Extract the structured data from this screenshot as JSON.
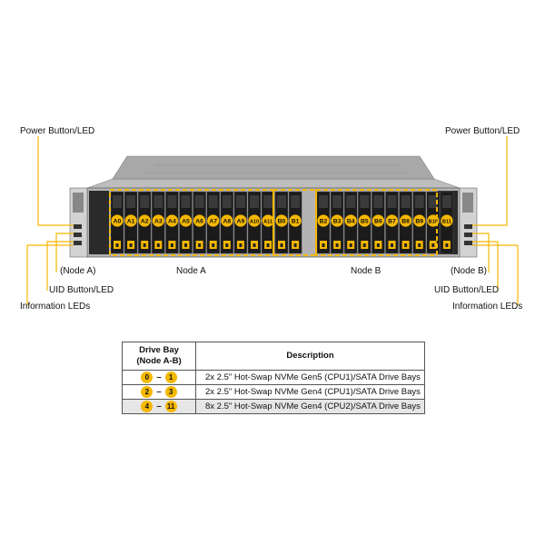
{
  "callouts": {
    "power_left": "Power Button/LED",
    "power_right": "Power Button/LED",
    "node_a_left": "(Node A)",
    "node_b_right": "(Node B)",
    "uid_left": "UID Button/LED",
    "uid_right": "UID Button/LED",
    "info_left": "Information  LEDs",
    "info_right": "Information  LEDs",
    "node_a_label": "Node A",
    "node_b_label": "Node B"
  },
  "bays_node_a": [
    "A0",
    "A1",
    "A2",
    "A3",
    "A4",
    "A5",
    "A6",
    "A7",
    "A8",
    "A9",
    "A10",
    "A11"
  ],
  "bays_node_b": [
    "B0",
    "B1",
    "B2",
    "B3",
    "B4",
    "B5",
    "B6",
    "B7",
    "B8",
    "B9",
    "B10",
    "B11"
  ],
  "table": {
    "header_bay": "Drive Bay",
    "header_bay_sub": "(Node A-B)",
    "header_desc": "Description",
    "rows": [
      {
        "from": "0",
        "to": "1",
        "desc": "2x 2.5\" Hot-Swap NVMe Gen5 (CPU1)/SATA Drive Bays"
      },
      {
        "from": "2",
        "to": "3",
        "desc": "2x 2.5\" Hot-Swap NVMe Gen4 (CPU1)/SATA  Drive Bays"
      },
      {
        "from": "4",
        "to": "11",
        "desc": "8x 2.5\" Hot-Swap NVMe Gen4 (CPU2)/SATA  Drive Bays"
      }
    ]
  },
  "colors": {
    "accent": "#f5b800",
    "chassis": "#9a9a9a",
    "bay": "#1b1b1b",
    "table_alt": "#e6e6e6"
  }
}
